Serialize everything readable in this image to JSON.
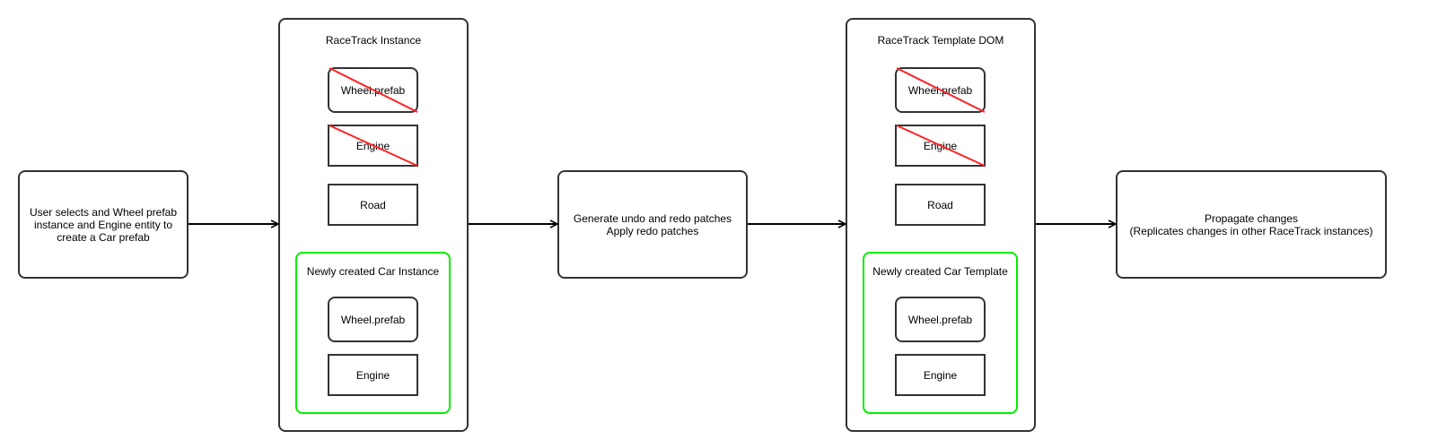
{
  "colors": {
    "stroke": "#333333",
    "strike": "#ff2222",
    "new_group": "#00ee00"
  },
  "step1": {
    "text": "User selects and Wheel prefab\ninstance and Engine entity to\ncreate a Car prefab"
  },
  "instance": {
    "title": "RaceTrack Instance",
    "wheel": "Wheel.prefab",
    "engine": "Engine",
    "road": "Road",
    "new_group": {
      "title": "Newly created Car Instance",
      "wheel": "Wheel.prefab",
      "engine": "Engine"
    }
  },
  "step3": {
    "text": "Generate undo and redo patches\nApply redo patches"
  },
  "template": {
    "title": "RaceTrack Template DOM",
    "wheel": "Wheel.prefab",
    "engine": "Engine",
    "road": "Road",
    "new_group": {
      "title": "Newly created Car Template",
      "wheel": "Wheel.prefab",
      "engine": "Engine"
    }
  },
  "step5": {
    "text": "Propagate changes\n(Replicates changes in other RaceTrack instances)"
  }
}
